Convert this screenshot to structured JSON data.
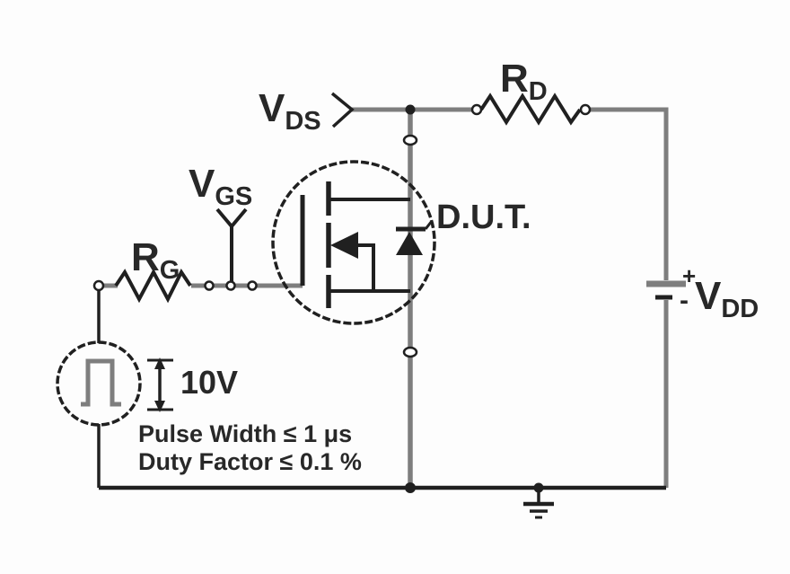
{
  "diagram": {
    "type": "circuit-schematic",
    "description": "MOSFET switching-time test circuit with device under test",
    "labels": {
      "vds": {
        "main": "V",
        "sub": "DS"
      },
      "vgs": {
        "main": "V",
        "sub": "GS"
      },
      "rg": {
        "main": "R",
        "sub": "G"
      },
      "rd": {
        "main": "R",
        "sub": "D"
      },
      "vdd": {
        "main": "V",
        "sub": "DD",
        "plus": "+",
        "minus": "-"
      },
      "dut": "D.U.T.",
      "pulse_amplitude": "10V",
      "pulse_width_note": "Pulse Width ≤ 1 μs",
      "duty_factor_note": "Duty Factor ≤ 0.1 %"
    },
    "colors": {
      "wire_gray": "#7e7e7e",
      "ink_black": "#202020",
      "text": "#282828",
      "background": "#fdfdfd"
    }
  }
}
